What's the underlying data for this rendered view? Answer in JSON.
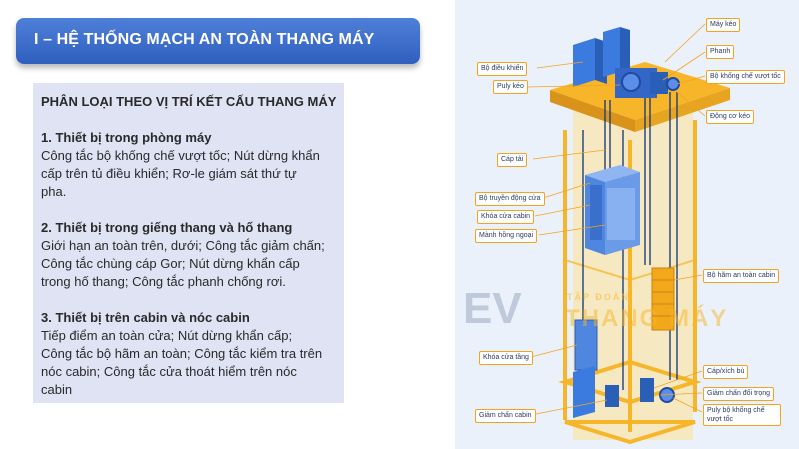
{
  "header": {
    "title": "I – HỆ THỐNG MẠCH AN TOÀN THANG MÁY"
  },
  "panel": {
    "heading": "PHÂN LOẠI THEO VỊ TRÍ KẾT CẤU THANG MÁY",
    "sections": [
      {
        "title": "1. Thiết bị trong phòng máy",
        "lines": [
          "Công tắc bộ khống chế vượt tốc; Nút dừng khẩn",
          "cấp trên tủ điều khiển; Rơ-le giám sát thứ tự",
          "pha."
        ]
      },
      {
        "title": "2. Thiết bị trong giếng thang và hố thang",
        "lines": [
          "Giới hạn an toàn trên, dưới; Công tắc giảm chấn;",
          "Công tắc chùng cáp Gor; Nút dừng khẩn cấp",
          "trong hố thang; Công tắc phanh chống rơi."
        ]
      },
      {
        "title": "3. Thiết bị trên cabin và nóc cabin",
        "lines": [
          "Tiếp điểm an toàn cửa; Nút dừng khẩn cấp;",
          "Công tắc bộ hãm an toàn; Công tắc kiểm tra trên",
          "nóc cabin; Công tắc cửa thoát hiểm trên nóc",
          "cabin"
        ]
      }
    ]
  },
  "diagram": {
    "labels": {
      "may_keo": "Máy kéo",
      "phanh": "Phanh",
      "bo_khong_che": "Bộ khống chế vượt tốc",
      "dong_co_keo": "Động cơ kéo",
      "bo_dieu_khien": "Bộ điều khiển",
      "puly_keo": "Puly kéo",
      "cap_tai": "Cáp tải",
      "bo_truyen_dong_cua": "Bộ truyền động cửa",
      "khoa_cua_cabin": "Khóa cửa cabin",
      "manh_hong_ngoai": "Mành hồng ngoại",
      "bo_ham_an_toan_cabin": "Bộ hãm an toàn cabin",
      "khoa_cua_tang": "Khóa cửa tầng",
      "cap_xich_bu": "Cáp/xích bù",
      "giam_chan_doi_trong": "Giảm chấn đối trọng",
      "puly_bo_khong_che_1": "Puly bộ khống chế",
      "puly_bo_khong_che_2": "vượt tốc",
      "giam_chan_cabin": "Giảm chấn cabin"
    },
    "watermark": {
      "logo": "EV",
      "small": "TẬP ĐOÀN",
      "brand": "THANG MÁY"
    },
    "colors": {
      "frame": "#f7b529",
      "blue": "#2f6fd6",
      "label_border": "#f4a31f"
    }
  }
}
